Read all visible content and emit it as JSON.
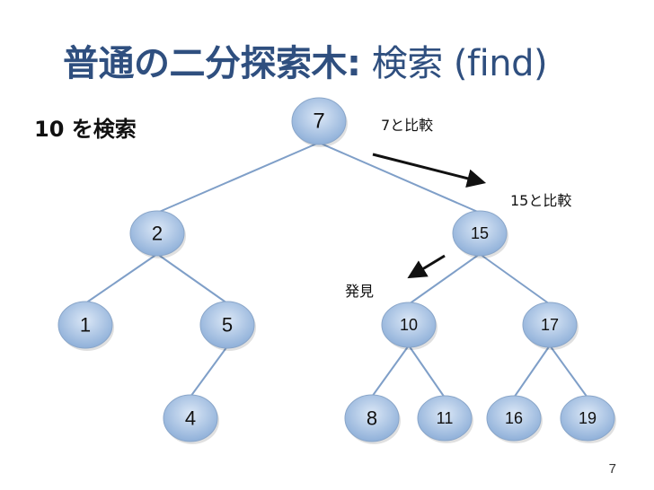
{
  "slide": {
    "title_bold": "普通の二分探索木:",
    "title_light": "検索 (find)",
    "subtitle": "10 を検索",
    "page_number": "7"
  },
  "annotations": {
    "compare_7": "7と比較",
    "compare_15": "15と比較",
    "found": "発見"
  },
  "colors": {
    "title": "#2f4f7f",
    "node_fill_light": "#dbe7f6",
    "node_fill_dark": "#8fb0d9",
    "node_stroke": "#8aa6c9",
    "edge": "#7f9fc8",
    "arrow": "#111111"
  },
  "tree": {
    "nodes": [
      {
        "id": "n7",
        "label": "7"
      },
      {
        "id": "n2",
        "label": "2"
      },
      {
        "id": "n15",
        "label": "15"
      },
      {
        "id": "n1",
        "label": "1"
      },
      {
        "id": "n5",
        "label": "5"
      },
      {
        "id": "n10",
        "label": "10"
      },
      {
        "id": "n17",
        "label": "17"
      },
      {
        "id": "n4",
        "label": "4"
      },
      {
        "id": "n8",
        "label": "8"
      },
      {
        "id": "n11",
        "label": "11"
      },
      {
        "id": "n16",
        "label": "16"
      },
      {
        "id": "n19",
        "label": "19"
      }
    ],
    "edges": [
      [
        "n7",
        "n2"
      ],
      [
        "n7",
        "n15"
      ],
      [
        "n2",
        "n1"
      ],
      [
        "n2",
        "n5"
      ],
      [
        "n5",
        "n4"
      ],
      [
        "n15",
        "n10"
      ],
      [
        "n15",
        "n17"
      ],
      [
        "n10",
        "n8"
      ],
      [
        "n10",
        "n11"
      ],
      [
        "n17",
        "n16"
      ],
      [
        "n17",
        "n19"
      ]
    ]
  }
}
